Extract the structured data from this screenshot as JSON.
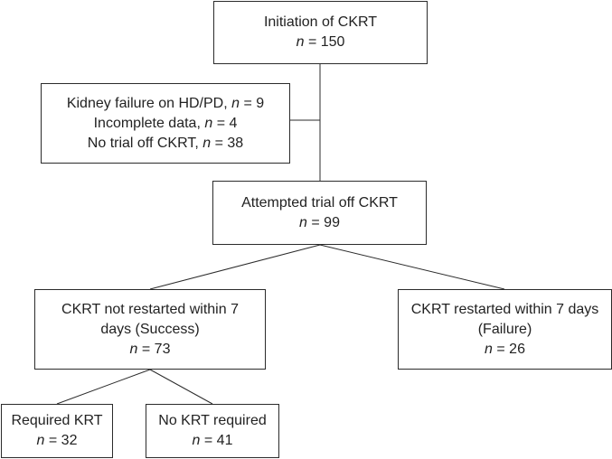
{
  "flowchart": {
    "n_prefix": "n",
    "nodes": [
      {
        "id": "initiation",
        "lines": [
          "Initiation of CKRT"
        ],
        "n": "= 150"
      },
      {
        "id": "excluded",
        "lines": [
          "Kidney failure on HD/PD, n = 9",
          "Incomplete data, n = 4",
          "No trial off CKRT, n = 38"
        ]
      },
      {
        "id": "attempted",
        "lines": [
          "Attempted trial off CKRT"
        ],
        "n": "= 99"
      },
      {
        "id": "success",
        "lines": [
          "CKRT not restarted within 7",
          "days (Success)"
        ],
        "n": "= 73"
      },
      {
        "id": "failure",
        "lines": [
          "CKRT restarted within 7 days",
          "(Failure)"
        ],
        "n": "= 26"
      },
      {
        "id": "required",
        "lines": [
          "Required KRT"
        ],
        "n": "= 32"
      },
      {
        "id": "no-krt",
        "lines": [
          "No KRT required"
        ],
        "n": "= 41"
      }
    ],
    "edges": [
      {
        "from": "initiation",
        "to": "attempted"
      },
      {
        "from": "initiation",
        "to": "excluded"
      },
      {
        "from": "attempted",
        "to": "success"
      },
      {
        "from": "attempted",
        "to": "failure"
      },
      {
        "from": "success",
        "to": "required"
      },
      {
        "from": "success",
        "to": "no-krt"
      }
    ]
  }
}
